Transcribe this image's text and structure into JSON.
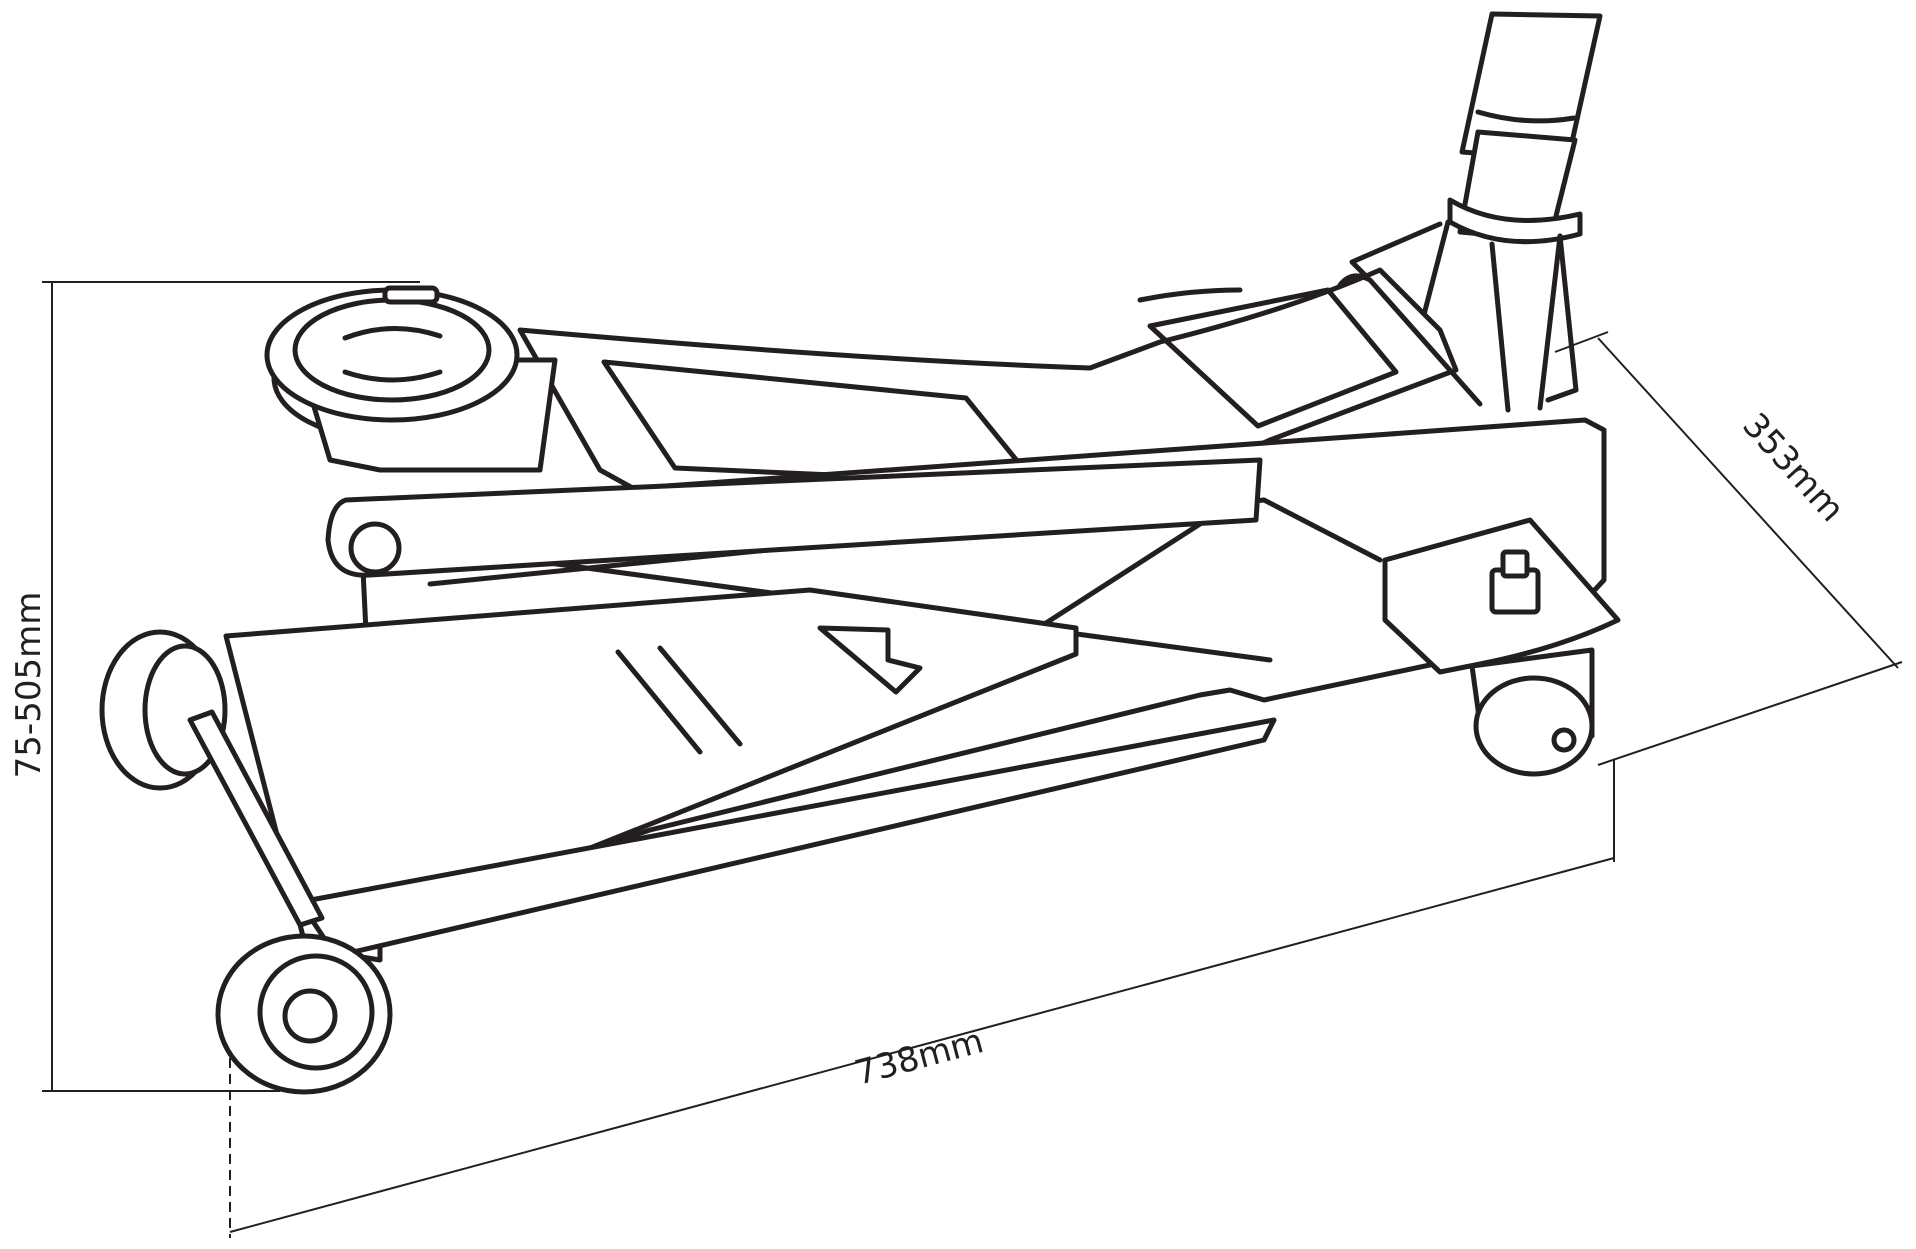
{
  "dimensions": {
    "height_label": "75-505mm",
    "width_label": "353mm",
    "length_label": "738mm"
  }
}
